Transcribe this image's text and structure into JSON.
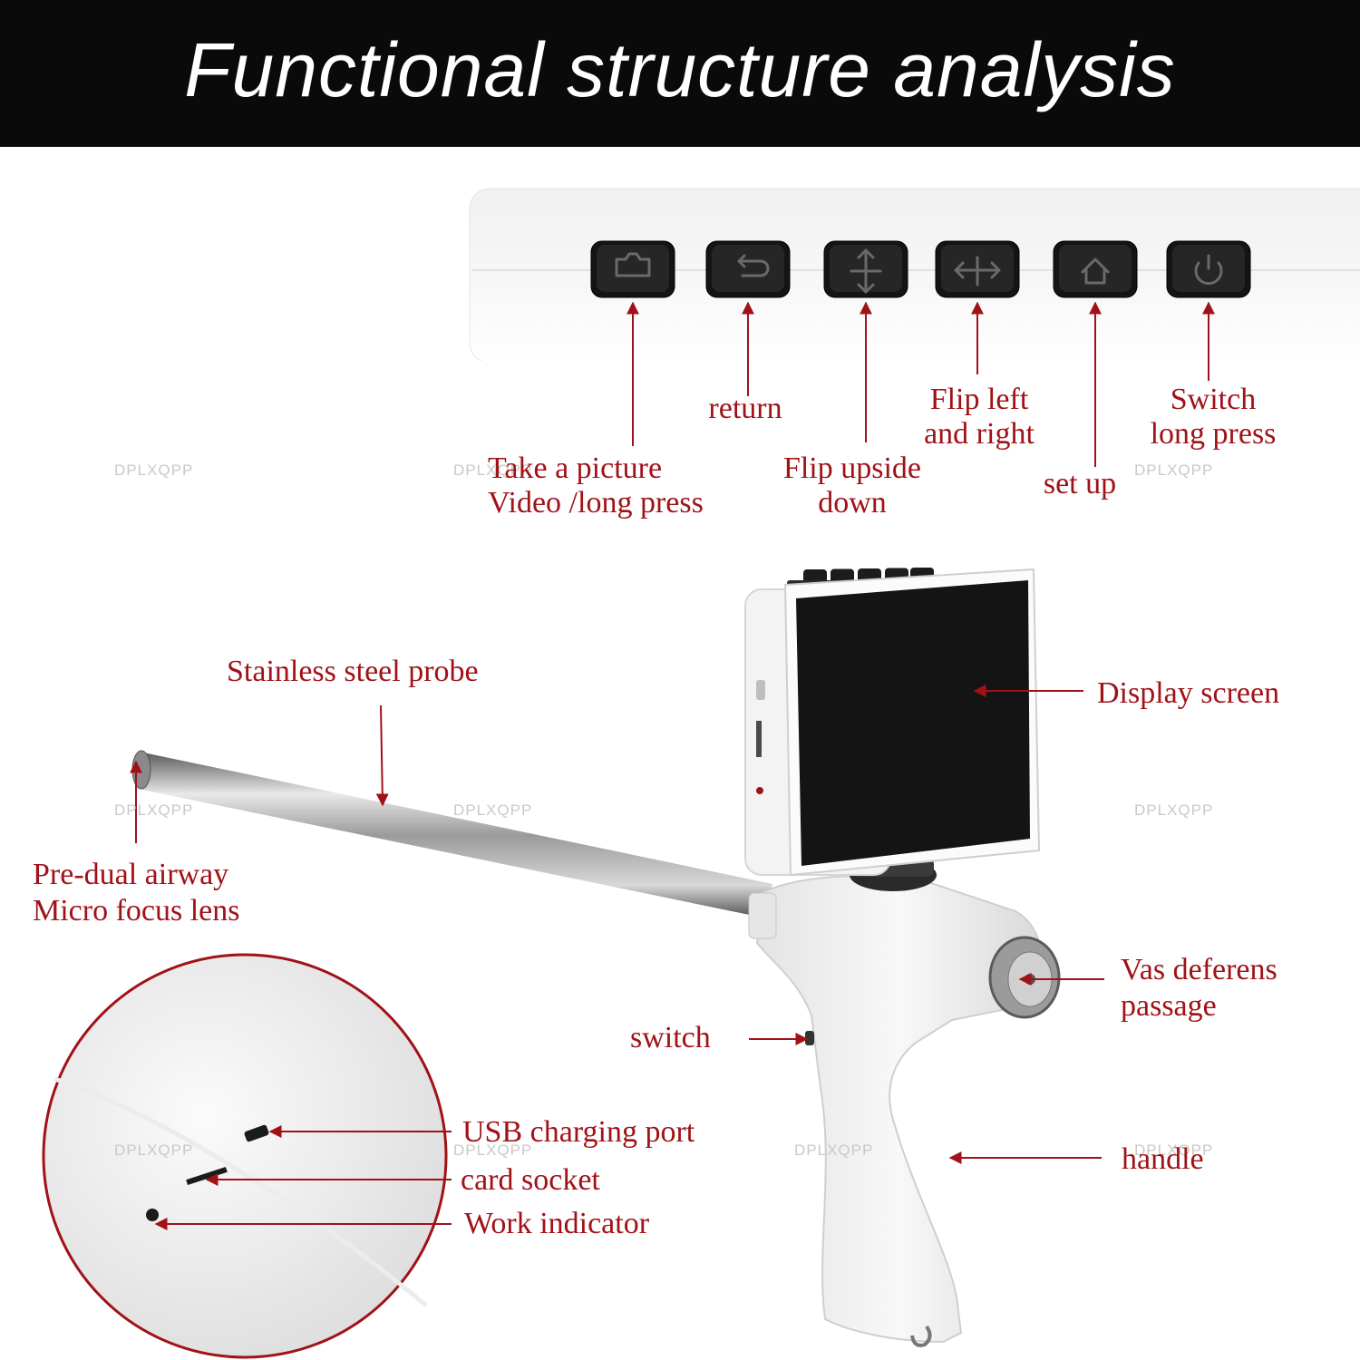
{
  "header": {
    "title": "Functional structure analysis"
  },
  "watermark": "DPLXQPP",
  "colors": {
    "label": "#a01218",
    "header_bg": "#0a0a0a",
    "header_text": "#ffffff"
  },
  "buttons": [
    {
      "icon": "camera-icon",
      "label": "Take a picture\nVideo /long press"
    },
    {
      "icon": "return-icon",
      "label": "return"
    },
    {
      "icon": "flip-vertical-icon",
      "label": "Flip upside\ndown"
    },
    {
      "icon": "flip-horizontal-icon",
      "label": "Flip left\nand right"
    },
    {
      "icon": "home-icon",
      "label": "set up"
    },
    {
      "icon": "power-icon",
      "label": "Switch\nlong press"
    }
  ],
  "callouts": {
    "probe": "Stainless steel probe",
    "lens": "Pre-dual airway\nMicro focus lens",
    "display": "Display screen",
    "vas": "Vas deferens\npassage",
    "switch": "switch",
    "handle": "handle",
    "usb": "USB charging port",
    "card": "card socket",
    "indicator": "Work indicator"
  }
}
